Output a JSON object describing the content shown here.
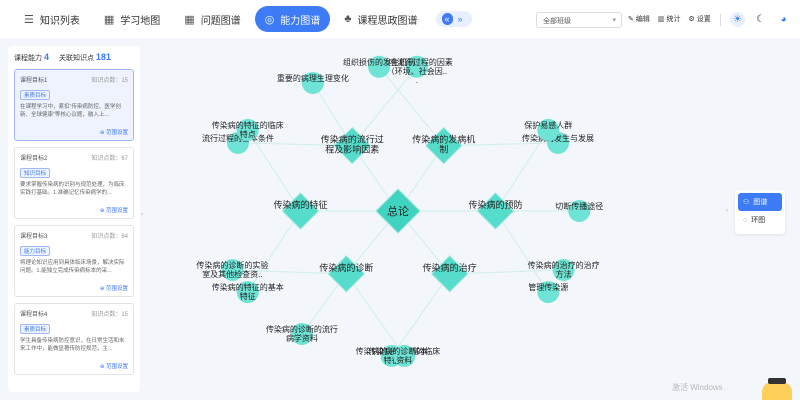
{
  "tabs": [
    {
      "label": "知识列表",
      "icon": "list-icon",
      "glyph": "☰",
      "active": false
    },
    {
      "label": "学习地图",
      "icon": "grid-icon",
      "glyph": "▦",
      "active": false
    },
    {
      "label": "问题图谱",
      "icon": "grid-icon",
      "glyph": "▦",
      "active": false
    },
    {
      "label": "能力图谱",
      "icon": "target-icon",
      "glyph": "◎",
      "active": true
    },
    {
      "label": "课程思政图谱",
      "icon": "tree-icon",
      "glyph": "♣",
      "active": false
    }
  ],
  "collapse": {
    "left": "«",
    "right": "»"
  },
  "filter": {
    "selected": "全部班级"
  },
  "tools": {
    "edit": "编辑",
    "stats": "统计",
    "settings": "设置"
  },
  "sidebar": {
    "stats": {
      "ability_label": "课程能力",
      "ability_count": "4",
      "knowledge_label": "关联知识点",
      "knowledge_count": "181"
    },
    "cards": [
      {
        "title": "课程目标1",
        "count_label": "知识点数：15",
        "badge": "素质目标",
        "desc": "在课程学习中，紧扣“传染病防控、医学创新、全球健康”等核心议题，融入上...",
        "link": "⊕ 范围设置",
        "active": true
      },
      {
        "title": "课程目标2",
        "count_label": "知识点数：67",
        "badge": "知识目标",
        "desc": "要求掌握传染病的识别与规范处理，为临床实践打基础。1.准确记忆传染病学的...",
        "link": "⊕ 范围设置",
        "active": false
      },
      {
        "title": "课程目标3",
        "count_label": "知识点数：84",
        "badge": "能力目标",
        "desc": "将理论知识应用到具体临床场景，解决实际问题。1.能独立完成传染病标本的采...",
        "link": "⊕ 范围设置",
        "active": false
      },
      {
        "title": "课程目标4",
        "count_label": "知识点数：15",
        "badge": "素质目标",
        "desc": "学生具备传染病防控意识，在日常生活和未来工作中，能做显著传防控规范，主...",
        "link": "⊕ 范围设置",
        "active": false
      }
    ]
  },
  "views": {
    "graph": "图谱",
    "ring": "环图"
  },
  "watermark": "激活 Windows",
  "graph": {
    "center": {
      "label": "总论"
    },
    "branches": [
      {
        "label": "传染病的流行过程及影响因素",
        "angle": -118,
        "children": [
          "流行过程的基本条件",
          "重要的病理生理变化",
          "影响流行过程的因素（环境、社会因..."
        ]
      },
      {
        "label": "传染病的发病机制",
        "angle": -62,
        "children": [
          "组织损伤的发生机制",
          "传染病的发生与发展"
        ]
      },
      {
        "label": "传染病的预防",
        "angle": 0,
        "children": [
          "保护易感人群",
          "切断传播途径",
          "管理传染源"
        ]
      },
      {
        "label": "传染病的治疗",
        "angle": 58,
        "children": [
          "传染病的治疗的治疗方法",
          "传染病的治疗的基本特征"
        ]
      },
      {
        "label": "传染病的诊断",
        "angle": 122,
        "children": [
          "传染病的诊断的临床资料",
          "传染病的诊断的流行病学资料",
          "传染病的诊断的实验室及其他检查资..."
        ]
      },
      {
        "label": "传染病的特征",
        "angle": 180,
        "children": [
          "传染病的特征的基本特征",
          "传染病的特征的临床特点"
        ]
      }
    ]
  }
}
